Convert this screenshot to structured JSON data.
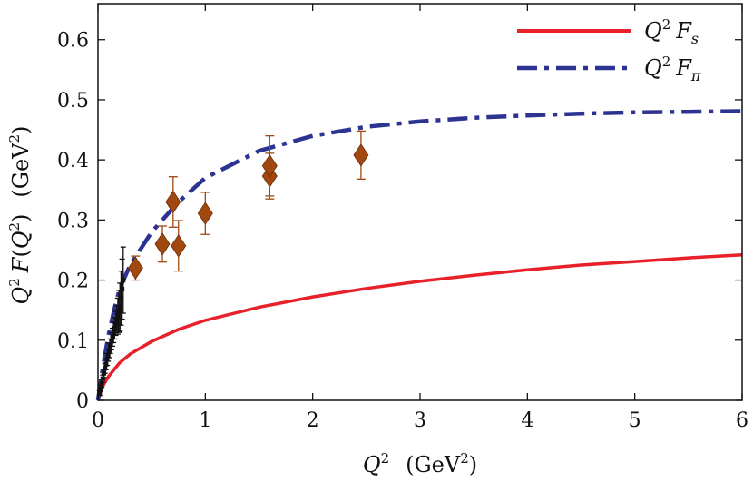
{
  "chart_data": {
    "type": "line",
    "xlabel": {
      "var": "Q",
      "sup": "2",
      "unit_pre": "(GeV",
      "unit_sup": "2",
      "unit_post": ")"
    },
    "ylabel": {
      "q": "Q",
      "qsup": "2",
      "f": "F",
      "arg_pre": "(",
      "arg_q": "Q",
      "arg_sup": "2",
      "arg_post": ")",
      "unit_pre": "(GeV",
      "unit_sup": "2",
      "unit_post": ")"
    },
    "xlim": [
      0,
      6
    ],
    "ylim": [
      0,
      0.66
    ],
    "xticks": [
      "0",
      "1",
      "2",
      "3",
      "4",
      "5",
      "6"
    ],
    "yticks": [
      "0",
      "0.1",
      "0.2",
      "0.3",
      "0.4",
      "0.5",
      "0.6"
    ],
    "legend_position": "top-right",
    "grid": false,
    "series": [
      {
        "name": "Q² F_s",
        "legend": {
          "q": "Q",
          "sup": "2",
          "f": "F",
          "sub": "s"
        },
        "color": "#e8202a",
        "style": "solid",
        "x": [
          0,
          0.02,
          0.05,
          0.1,
          0.2,
          0.3,
          0.5,
          0.75,
          1.0,
          1.5,
          2.0,
          2.5,
          3.0,
          3.5,
          4.0,
          4.5,
          5.0,
          5.5,
          6.0
        ],
        "y": [
          0,
          0.012,
          0.025,
          0.04,
          0.062,
          0.077,
          0.098,
          0.118,
          0.133,
          0.155,
          0.172,
          0.186,
          0.198,
          0.208,
          0.217,
          0.225,
          0.231,
          0.237,
          0.242
        ]
      },
      {
        "name": "Q² F_π",
        "legend": {
          "q": "Q",
          "sup": "2",
          "f": "F",
          "sub": "π"
        },
        "color": "#2c3391",
        "style": "dashdot",
        "x": [
          0,
          0.05,
          0.1,
          0.15,
          0.2,
          0.3,
          0.5,
          0.75,
          1.0,
          1.5,
          2.0,
          2.5,
          3.0,
          3.5,
          4.0,
          4.5,
          5.0,
          5.5,
          6.0
        ],
        "y": [
          0,
          0.06,
          0.11,
          0.15,
          0.185,
          0.225,
          0.28,
          0.33,
          0.37,
          0.415,
          0.44,
          0.455,
          0.464,
          0.47,
          0.474,
          0.477,
          0.479,
          0.48,
          0.481
        ]
      }
    ],
    "data_sets": [
      {
        "marker": "diamond",
        "color": "#a0480f",
        "points": [
          {
            "x": 0.35,
            "y": 0.22,
            "err": 0.02
          },
          {
            "x": 0.6,
            "y": 0.26,
            "err": 0.03
          },
          {
            "x": 0.7,
            "y": 0.33,
            "err": 0.042
          },
          {
            "x": 0.75,
            "y": 0.257,
            "err": 0.042
          },
          {
            "x": 1.0,
            "y": 0.311,
            "err": 0.035
          },
          {
            "x": 1.6,
            "y": 0.373,
            "err": 0.038
          },
          {
            "x": 1.6,
            "y": 0.39,
            "err": 0.05
          },
          {
            "x": 2.45,
            "y": 0.408,
            "err": 0.04
          }
        ]
      },
      {
        "marker": "square",
        "color": "#111111",
        "points": [
          {
            "x": 0.015,
            "y": 0.012,
            "err": 0.004
          },
          {
            "x": 0.025,
            "y": 0.02,
            "err": 0.005
          },
          {
            "x": 0.035,
            "y": 0.028,
            "err": 0.006
          },
          {
            "x": 0.045,
            "y": 0.036,
            "err": 0.006
          },
          {
            "x": 0.055,
            "y": 0.045,
            "err": 0.007
          },
          {
            "x": 0.065,
            "y": 0.053,
            "err": 0.008
          },
          {
            "x": 0.075,
            "y": 0.06,
            "err": 0.009
          },
          {
            "x": 0.085,
            "y": 0.068,
            "err": 0.01
          },
          {
            "x": 0.095,
            "y": 0.075,
            "err": 0.01
          },
          {
            "x": 0.105,
            "y": 0.083,
            "err": 0.012
          },
          {
            "x": 0.115,
            "y": 0.09,
            "err": 0.012
          },
          {
            "x": 0.125,
            "y": 0.098,
            "err": 0.014
          },
          {
            "x": 0.135,
            "y": 0.105,
            "err": 0.015
          },
          {
            "x": 0.145,
            "y": 0.113,
            "err": 0.017
          },
          {
            "x": 0.155,
            "y": 0.12,
            "err": 0.018
          },
          {
            "x": 0.165,
            "y": 0.128,
            "err": 0.02
          },
          {
            "x": 0.175,
            "y": 0.135,
            "err": 0.022
          },
          {
            "x": 0.185,
            "y": 0.14,
            "err": 0.03
          },
          {
            "x": 0.195,
            "y": 0.148,
            "err": 0.035
          },
          {
            "x": 0.205,
            "y": 0.155,
            "err": 0.04
          },
          {
            "x": 0.215,
            "y": 0.17,
            "err": 0.045
          },
          {
            "x": 0.225,
            "y": 0.185,
            "err": 0.05
          },
          {
            "x": 0.235,
            "y": 0.2,
            "err": 0.055
          }
        ]
      }
    ]
  }
}
